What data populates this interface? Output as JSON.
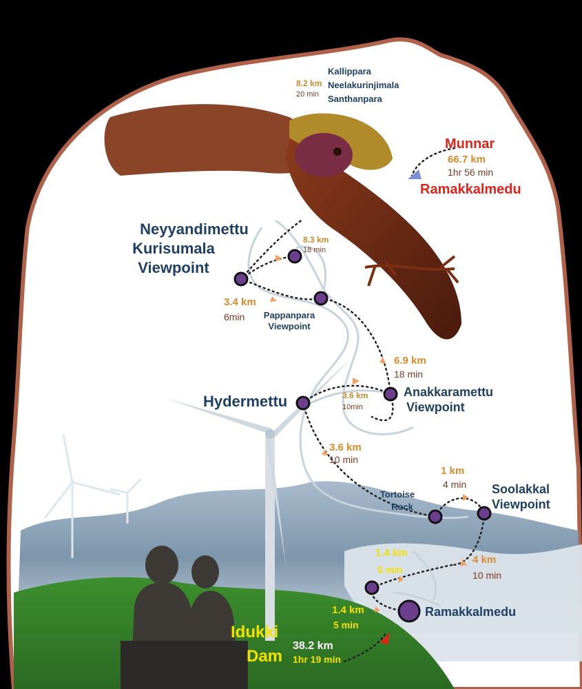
{
  "colors": {
    "background": "#000000",
    "panel": "#ffffff",
    "panel_border": "#b0614a",
    "place_label": "#1f3f63",
    "distance": "#d98a2b",
    "time": "#7a3a22",
    "munnar_label": "#e2231a",
    "idukki_label": "#f5e100",
    "highlight_distance": "#f5e100",
    "stop_marker": "#6b3f8e",
    "road": "#c7d3dd",
    "route": "#222222",
    "arrow": "#f0a060"
  },
  "places": {
    "kallippara_group": [
      "Kallippara",
      "Neelakurinjimala",
      "Santhanpara"
    ],
    "munnar": "Munnar",
    "ramakkalmedu_top": "Ramakkalmedu",
    "neyyandimettu": [
      "Neyyandimettu",
      "Kurisumala",
      "Viewpoint"
    ],
    "pappanpara": [
      "Pappanpara",
      "Viewpoint"
    ],
    "hydermettu": "Hydermettu",
    "anakkaramettu": [
      "Anakkarامettu",
      "Viewpoint"
    ],
    "tortoise_rock": [
      "Tortoise",
      "Rock"
    ],
    "soolakkal": [
      "Soolakkal",
      "Viewpoint"
    ],
    "ramakkalmedu": "Ramakkalmedu",
    "idukki": [
      "Idukki",
      "Dam"
    ]
  },
  "legs": {
    "kallippara": {
      "distance": "8.2 km",
      "time": "20 min"
    },
    "munnar": {
      "distance": "66.7 km",
      "time": "1hr 56 min"
    },
    "neyyandi_loop": {
      "distance": "8.3 km",
      "time": "18 min"
    },
    "pappanpara": {
      "distance": "3.4 km",
      "time": "6min"
    },
    "anakkara_north": {
      "distance": "6.9 km",
      "time": "18 min"
    },
    "hyder_anakkara": {
      "distance": "3.6 km",
      "time": "10min"
    },
    "hyder_south": {
      "distance": "3.6 km",
      "time": "10 min"
    },
    "tortoise_soolakkal": {
      "distance": "1 km",
      "time": "4 min"
    },
    "soolakkal_south": {
      "distance": "4 km",
      "time": "10 min"
    },
    "yellow_upper": {
      "distance": "1.4 km",
      "time": "5 min"
    },
    "yellow_lower": {
      "distance": "1.4 km",
      "time": "5 min"
    },
    "idukki": {
      "distance": "38.2 km",
      "time": "1hr 19 min"
    }
  }
}
